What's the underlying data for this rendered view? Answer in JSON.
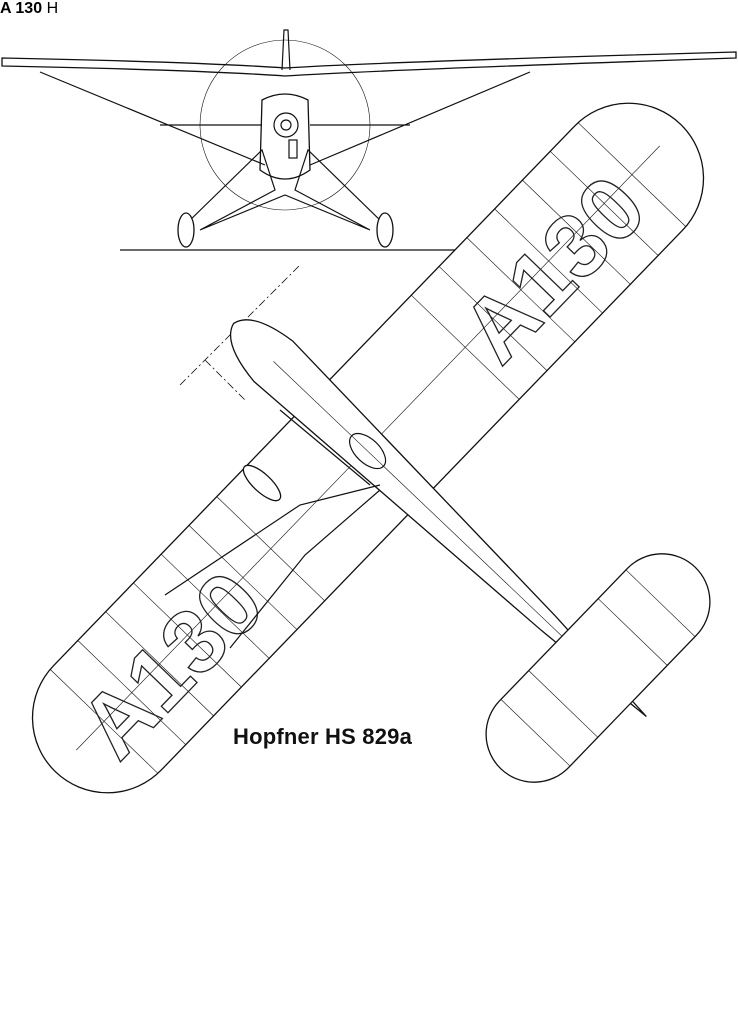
{
  "title": "Hopfner HS 829a",
  "wing_registration": "A130",
  "fuselage_registration": "A 130",
  "tail_logo": "H",
  "colors": {
    "ink": "#111111",
    "paper": "#ffffff"
  }
}
